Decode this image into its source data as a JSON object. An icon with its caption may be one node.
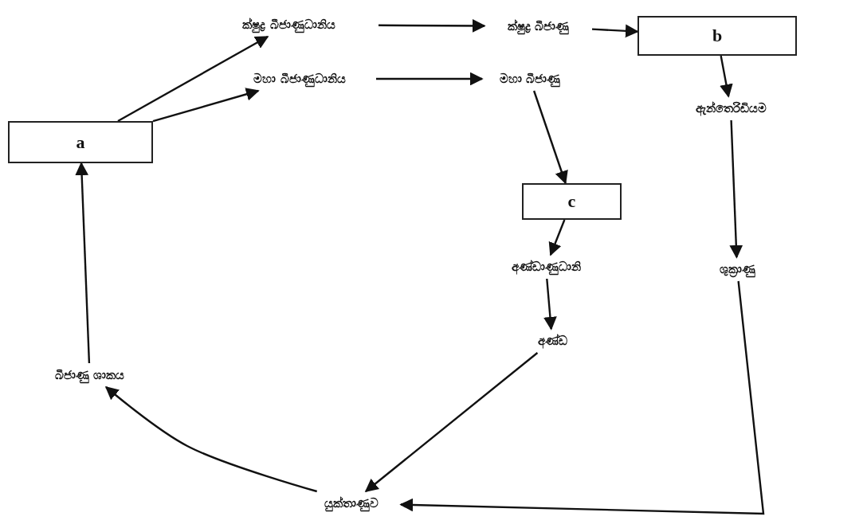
{
  "diagram": {
    "nodes": [
      {
        "text": [
          "a"
        ]
      },
      {
        "text": [
          "ක්ෂුද්‍ර බීජාණුධානිය"
        ]
      },
      {
        "text": [
          "ක්ෂුද්‍ර බීජාණු"
        ]
      },
      {
        "text": [
          "b"
        ]
      },
      {
        "text": [
          "මහා බීජාණුධානිය"
        ]
      },
      {
        "text": [
          "මහා බීජාණු"
        ]
      },
      {
        "text": [
          "ඇන්තෙරිඩියම"
        ]
      },
      {
        "text": [
          "c"
        ]
      },
      {
        "text": [
          "අණ්ඩාණුධානි"
        ]
      },
      {
        "text": [
          "ශුක්‍රාණු"
        ]
      },
      {
        "text": [
          "බීජාණු ශාකය"
        ]
      },
      {
        "text": [
          "අණ්ඩ"
        ]
      },
      {
        "text": [
          "යුක්තාණුව"
        ]
      }
    ],
    "edges": [
      {
        "from": 0,
        "to": 1,
        "arrow": "to"
      },
      {
        "from": 0,
        "to": 4,
        "arrow": "to"
      },
      {
        "from": 1,
        "to": 2,
        "arrow": "to"
      },
      {
        "from": 2,
        "to": 3,
        "arrow": "to"
      },
      {
        "from": 4,
        "to": 5,
        "arrow": "to"
      },
      {
        "from": 5,
        "to": 7,
        "arrow": "to"
      },
      {
        "from": 3,
        "to": 6,
        "arrow": "to"
      },
      {
        "from": 6,
        "to": 9,
        "arrow": "to"
      },
      {
        "from": 7,
        "to": 8,
        "arrow": "to"
      },
      {
        "from": 8,
        "to": 11,
        "arrow": "to"
      },
      {
        "from": 11,
        "to": 12,
        "arrow": "to"
      },
      {
        "from": 9,
        "to": 12,
        "arrow": "to"
      },
      {
        "from": 12,
        "to": 10,
        "arrow": "to"
      },
      {
        "from": 10,
        "to": 0,
        "arrow": "to"
      }
    ]
  }
}
